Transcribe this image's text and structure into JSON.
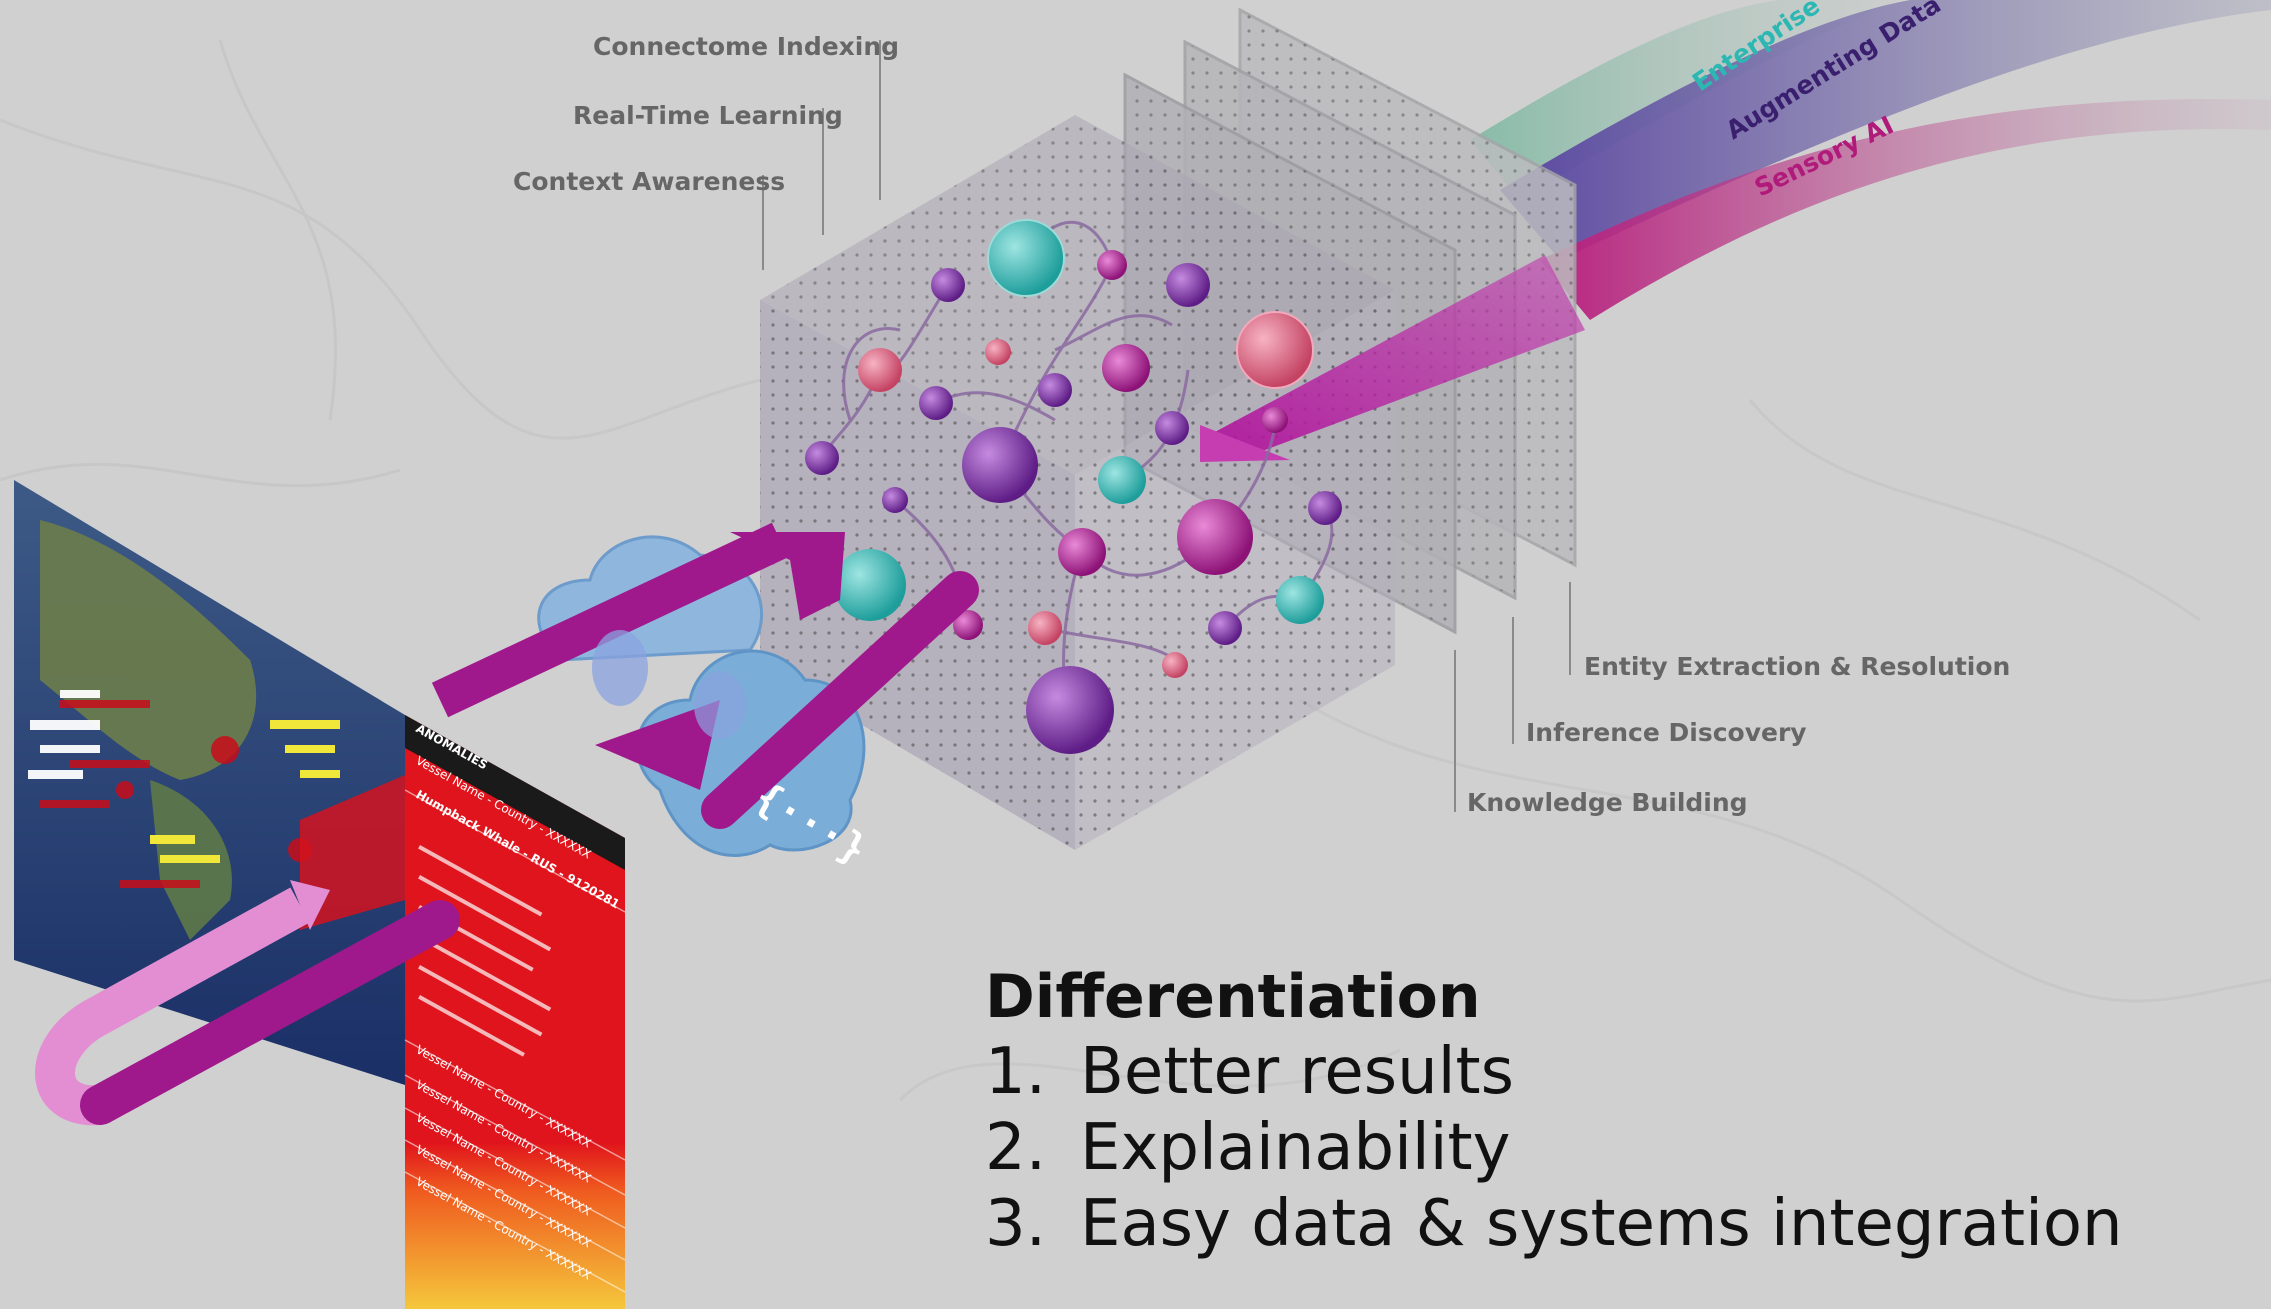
{
  "labels": {
    "connectome_indexing": "Connectome Indexing",
    "real_time_learning": "Real-Time Learning",
    "context_awareness": "Context Awareness",
    "entity_extraction": "Entity Extraction & Resolution",
    "inference_discovery": "Inference Discovery",
    "knowledge_building": "Knowledge Building"
  },
  "streams": {
    "enterprise": "Enterprise",
    "augmenting_data": "Augmenting Data",
    "sensory_ai": "Sensory AI"
  },
  "cloud_symbol": "{···}",
  "panel": {
    "header": "ANOMALIES",
    "rows": [
      "Vessel Name - Country - XXXXXX",
      "Humpback Whale - RUS - 9120281",
      "Vessel Name - Country - XXXXXX",
      "Vessel Name - Country - XXXXXX",
      "Vessel Name - Country - XXXXXX",
      "Vessel Name - Country - XXXXXX",
      "Vessel Name - Country - XXXXXX"
    ]
  },
  "differentiation": {
    "title": "Differentiation",
    "items": [
      {
        "num": "1.",
        "text": "Better results"
      },
      {
        "num": "2.",
        "text": "Explainability"
      },
      {
        "num": "3.",
        "text": "Easy data & systems integration"
      }
    ]
  },
  "colors": {
    "background": "#d0d0d0",
    "magenta": "#a0198c",
    "teal": "#2cb7b3",
    "purple": "#7e2ea6",
    "pink": "#e07592",
    "cloud": "#7aaed8",
    "panel_red": "#e0141c"
  }
}
